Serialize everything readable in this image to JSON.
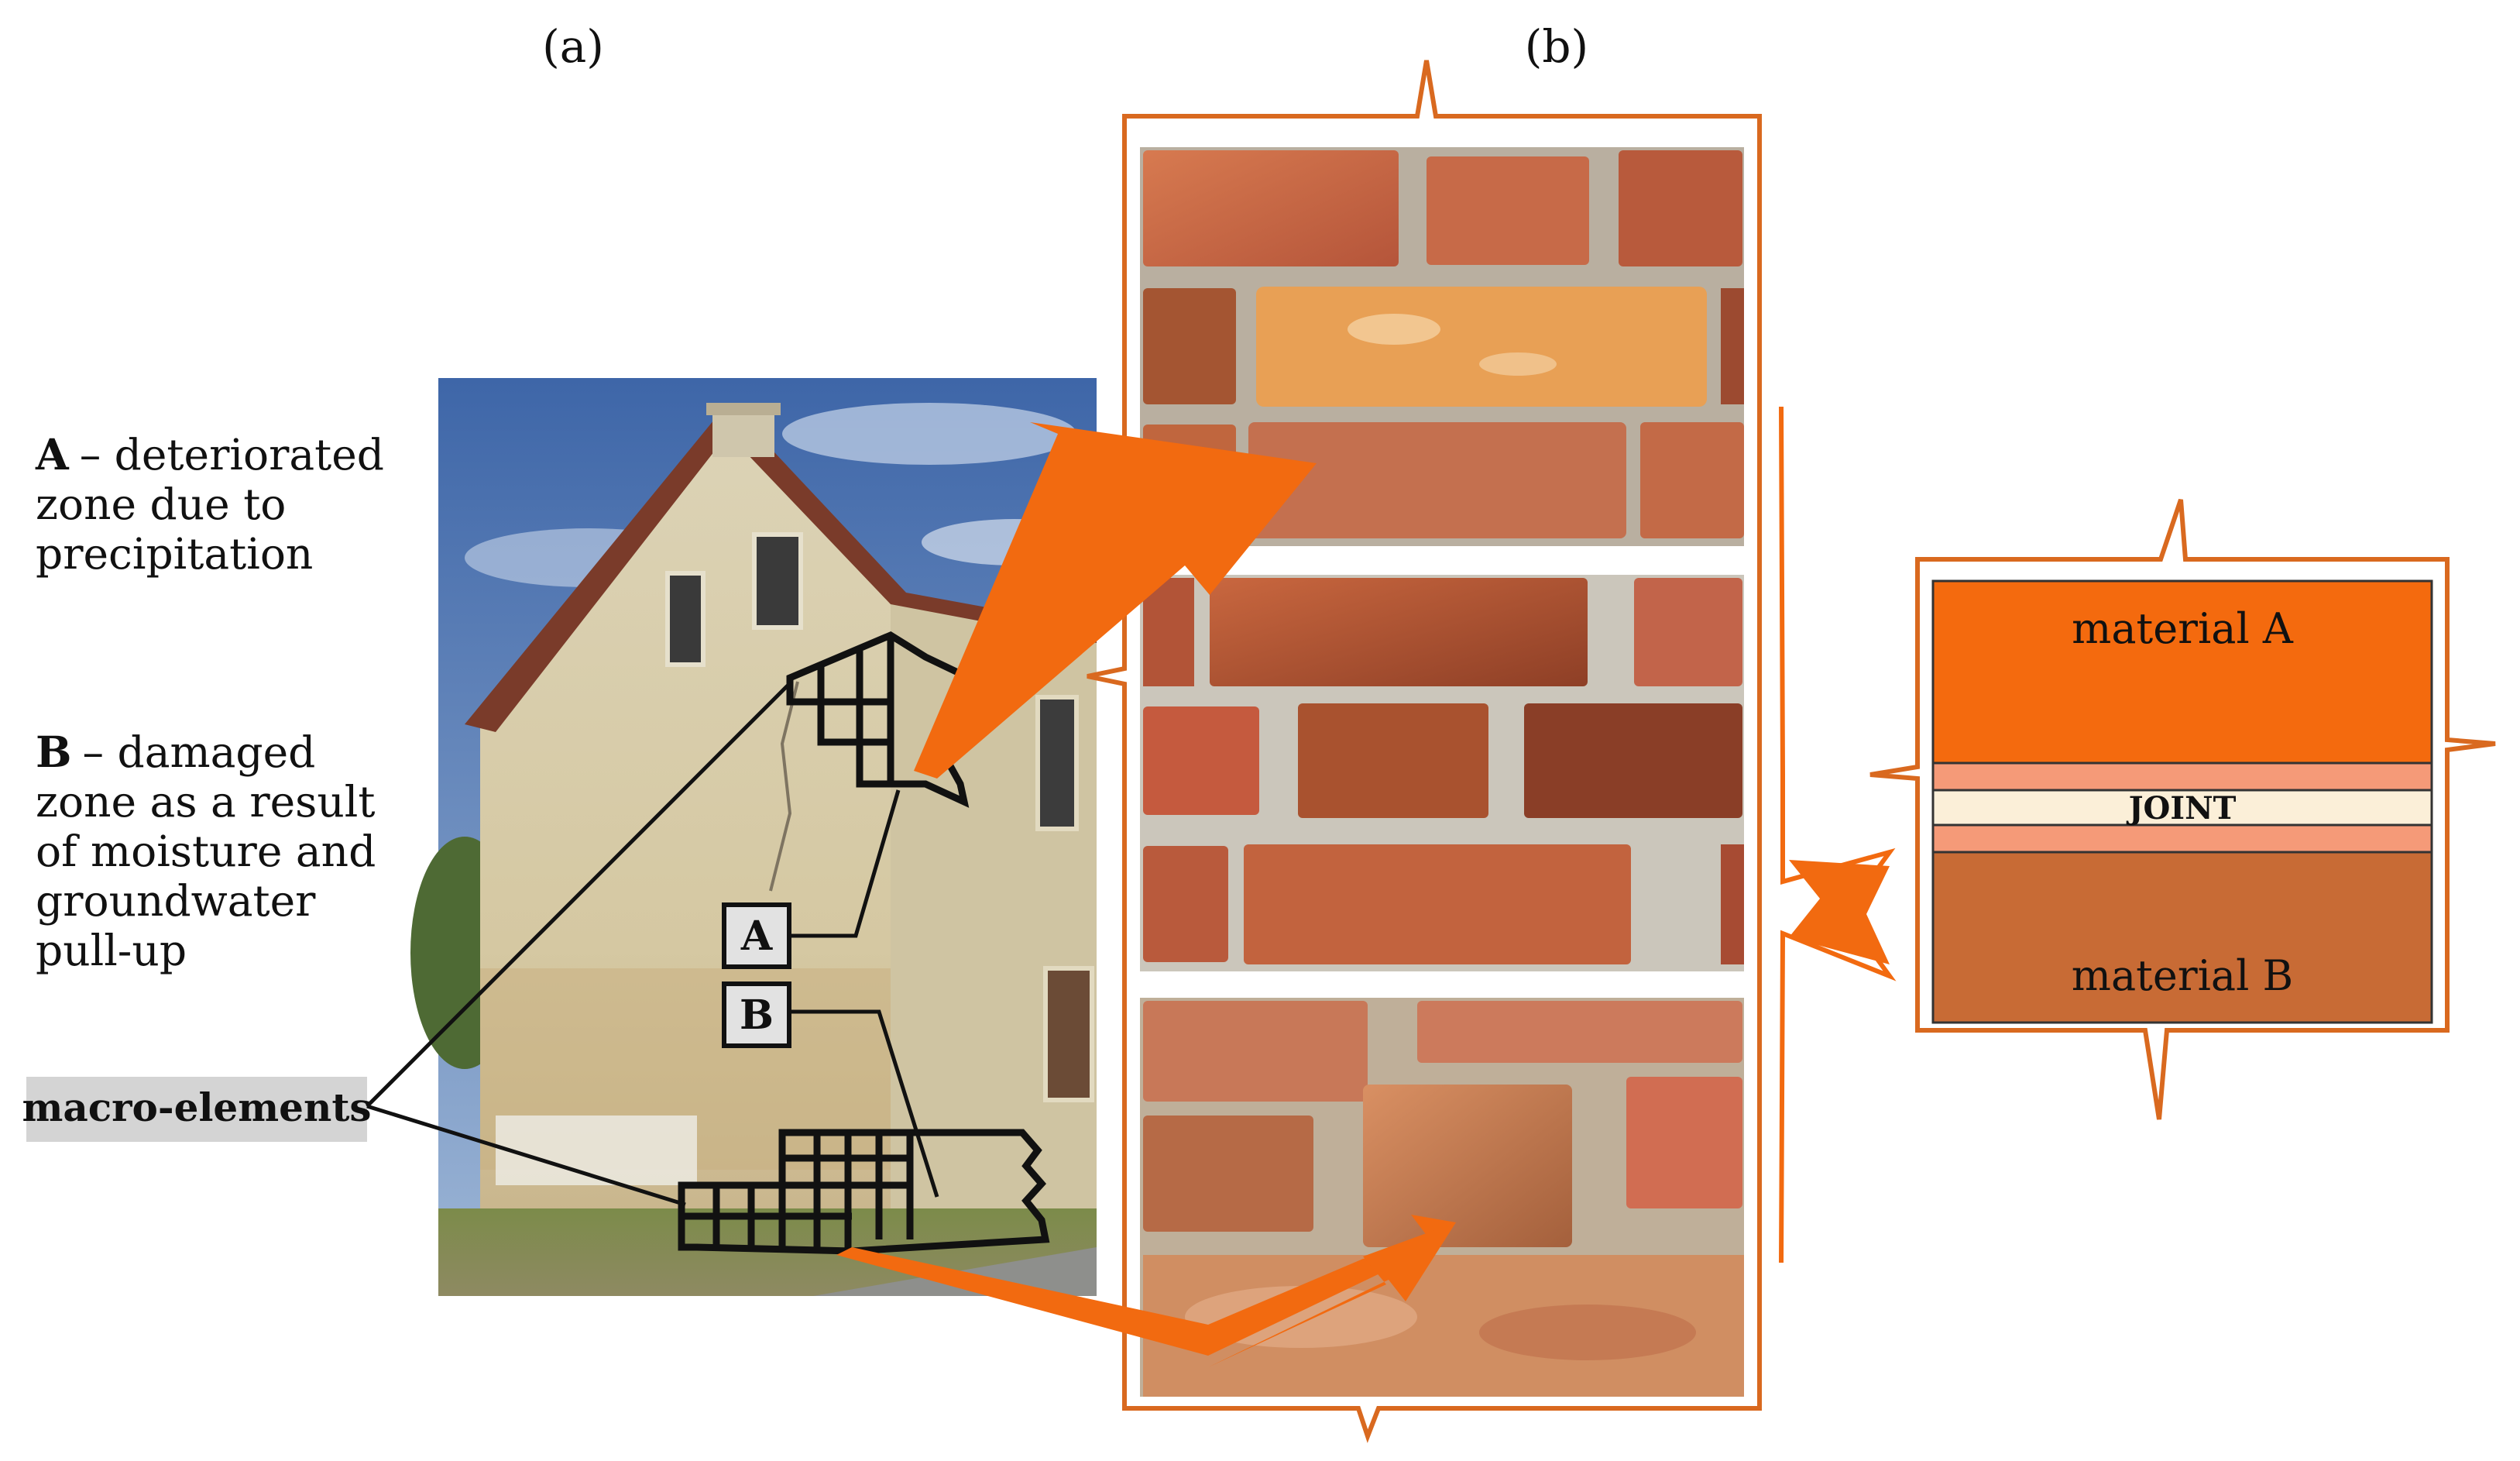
{
  "panels": {
    "a_label": "(a)",
    "b_label": "(b)"
  },
  "legend": {
    "a_key": "A",
    "a_text_lines": [
      "– deteriorated",
      "zone due to",
      "precipitation"
    ],
    "b_key": "B",
    "b_text_lines": [
      "– damaged",
      "zone as a result",
      "of moisture and",
      "groundwater",
      "pull-up"
    ]
  },
  "macro_label": "macro-elements",
  "markers": {
    "a": "A",
    "b": "B"
  },
  "layers": {
    "material_a": "material A",
    "joint": "JOINT",
    "material_b": "material B"
  },
  "colors": {
    "accent": "#F26A10",
    "outline": "#D9691F",
    "material_a": "#F46A0E",
    "material_b": "#C86B35",
    "joint_band": "#FBEFD8",
    "interface": "#F59A78",
    "brick_light": "#E79A62",
    "brick_dark": "#A5482C",
    "mortar": "#C9C2B3",
    "sky": "#5F86BF",
    "wall": "#D9CFAE"
  }
}
